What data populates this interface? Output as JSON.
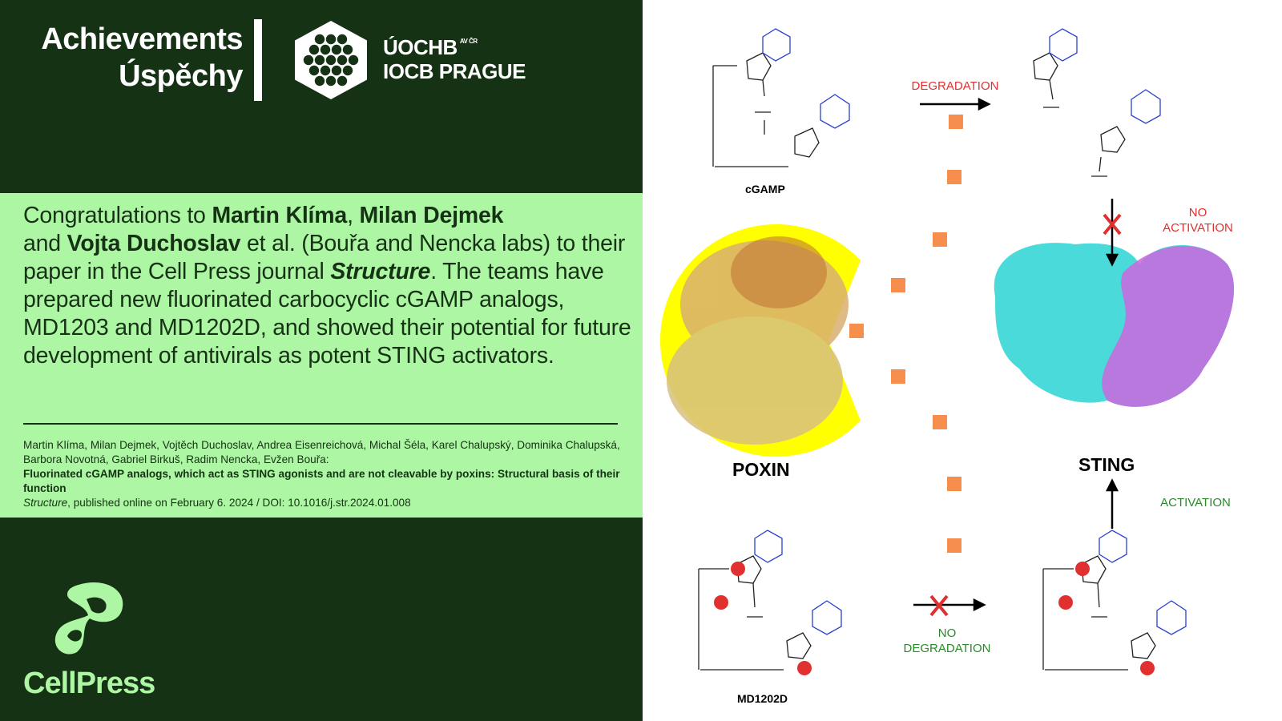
{
  "header": {
    "achievements": "Achievements",
    "uspechy": "Úspěchy",
    "org_line1": "ÚOCHB",
    "org_avcr": "AV ČR",
    "org_line2": "IOCB PRAGUE"
  },
  "congrats": {
    "t1": "Congratulations to ",
    "n1": "Martin Klíma",
    "t2": ", ",
    "n2": "Milan Dejmek",
    "t3": "and ",
    "n3": "Vojta Duchoslav",
    "t4": " et al. (Bouřa and Nencka labs) to their paper in the Cell Press journal ",
    "journal": "Structure",
    "t5": ". The teams have prepared new fluorinated carbocyclic cGAMP analogs, MD1203 and MD1202D, and showed their potential for future development of antivirals as potent STING activators."
  },
  "citation": {
    "authors": "Martin Klíma, Milan Dejmek, Vojtěch Duchoslav, Andrea Eisenreichová, Michal Šéla, Karel Chalupský, Dominika Chalupská, Barbora Novotná, Gabriel Birkuš, Radim Nencka, Evžen Bouřa:",
    "title": "Fluorinated cGAMP analogs, which act as STING agonists and are not cleavable by poxins: Structural basis of their function",
    "journal": "Structure",
    "published": ", published online on February 6. 2024 / DOI: 10.1016/j.str.2024.01.008"
  },
  "footer": {
    "brand": "CellPress"
  },
  "figure": {
    "cgamp": "cGAMP",
    "md": "MD1202D",
    "degradation": "DEGRADATION",
    "no_activation_1": "NO",
    "no_activation_2": "ACTIVATION",
    "activation": "ACTIVATION",
    "no_degradation_1": "NO",
    "no_degradation_2": "DEGRADATION",
    "poxin": "POXIN",
    "sting": "STING"
  },
  "colors": {
    "dark_green": "#163214",
    "light_green": "#adf6a4",
    "accent_red": "#e03030",
    "orange": "#f68e4e",
    "pac_yellow": "#ffff00",
    "sting_cyan": "#2ad4d4",
    "sting_magenta": "#cc66dd"
  }
}
